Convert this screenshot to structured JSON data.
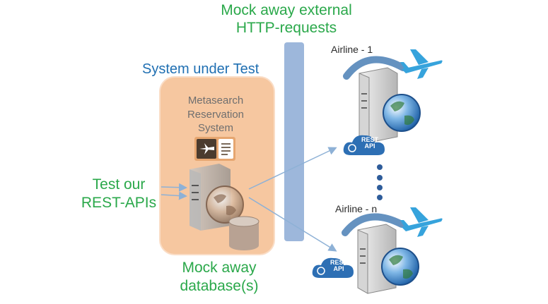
{
  "labels": {
    "mock_http_line1": "Mock away  external",
    "mock_http_line2": "HTTP-requests",
    "system_under_test": "System under Test",
    "metasearch_line1": "Metasearch",
    "metasearch_line2": "Reservation",
    "metasearch_line3": "System",
    "test_apis_line1": "Test our",
    "test_apis_line2": "REST-APIs",
    "mock_db_line1": "Mock away",
    "mock_db_line2": "database(s)",
    "airline_1": "Airline - 1",
    "airline_n": "Airline - n",
    "rest_api_1": "REST API",
    "rest_api_n": "REST API"
  },
  "icons": {
    "flight_doc": "airplane-document-icon",
    "server": "server-icon",
    "globe": "globe-icon",
    "database": "database-icon",
    "airplane": "airplane-icon",
    "rest_cloud": "rest-cloud-icon"
  },
  "colors": {
    "green": "#2aa84a",
    "blue": "#1f6fb2",
    "sut_fill": "#f6c7a0",
    "wall_fill": "#9db7db",
    "airplane": "#36a3dc"
  }
}
